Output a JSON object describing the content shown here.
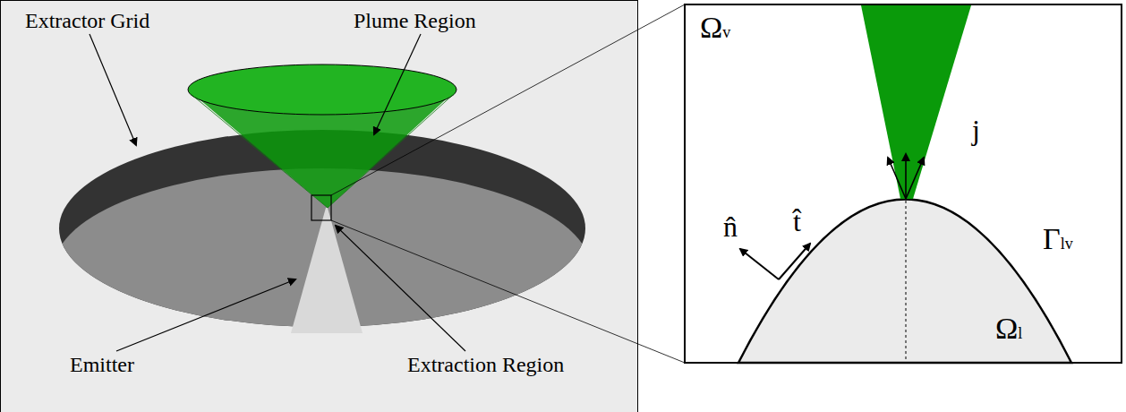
{
  "diagram": {
    "labels": [
      "Extractor Grid",
      "Plume Region",
      "Emitter",
      "Extraction Region",
      "Ωv",
      "Ωl",
      "Γlv",
      "n̂",
      "t̂",
      "j"
    ]
  }
}
